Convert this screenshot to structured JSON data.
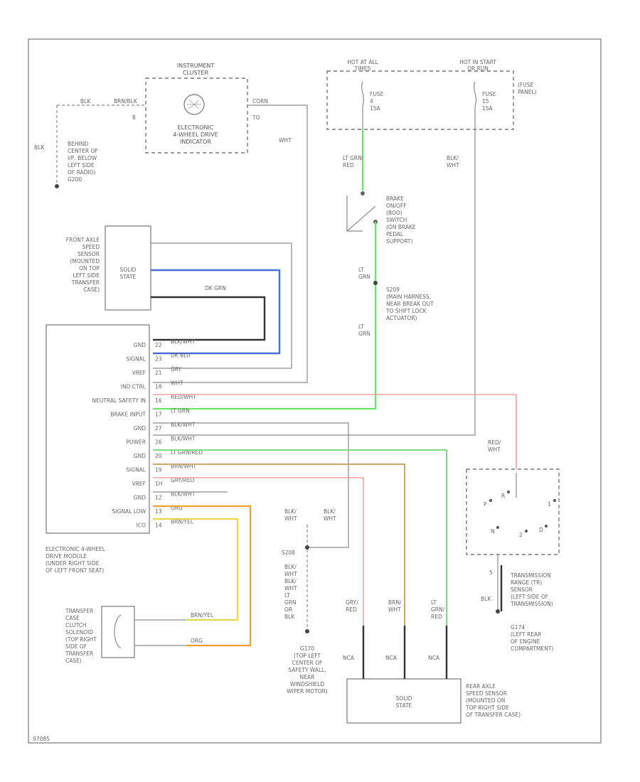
{
  "instrument_cluster": {
    "title_l1": "INSTRUMENT",
    "title_l2": "CLUSTER",
    "inner": [
      "ELECTRONIC",
      "4-WHEEL DRIVE",
      "INDICATOR"
    ],
    "pin_left": "8",
    "pin_right": "TO",
    "wire_left": "BLK",
    "wire_right": "CORN",
    "wire_left2": "BRN/BLK"
  },
  "ground_top": {
    "label": [
      "BEHIND",
      "CENTER OF",
      "I/P, BELOW",
      "LEFT SIDE",
      "OF RADIO)",
      "G200"
    ],
    "wire": "BLK"
  },
  "fuse_panel": {
    "hot_all": [
      "HOT AT ALL",
      "TIMES"
    ],
    "hot_start": [
      "HOT IN START",
      "OR RUN"
    ],
    "label": [
      "(FUSE",
      "PANEL)"
    ],
    "fuse_a": [
      "FUSE",
      "4",
      "15A"
    ],
    "fuse_b": [
      "FUSE",
      "15",
      "15A"
    ]
  },
  "wire_labels": {
    "wht": "WHT",
    "lt_grn_red": [
      "LT GRN/",
      "RED"
    ],
    "blk_wht_top": [
      "BLK/",
      "WHT"
    ],
    "lt_grn_mid": [
      "LT",
      "GRN"
    ],
    "lt_grn_low": [
      "LT",
      "GRN"
    ],
    "dk_grn": "DK GRN"
  },
  "brake_switch": [
    "BRAKE",
    "ON/OFF",
    "(BOO)",
    "SWITCH",
    "(ON BRAKE",
    "PEDAL",
    "SUPPORT)"
  ],
  "s209": [
    "S209",
    "(MAIN HARNESS,",
    "NEAR BREAK OUT",
    "TO SHIFT LOCK",
    "ACTUATOR)"
  ],
  "front_sensor": {
    "label": [
      "FRONT AXLE",
      "SPEED",
      "SENSOR",
      "(MOUNTED",
      "ON TOP",
      "LEFT SIDE",
      "TRANSFER",
      "CASE)"
    ],
    "inner": [
      "SOLID",
      "STATE"
    ]
  },
  "module": {
    "label": [
      "ELECTRONIC 4-WHEEL",
      "DRIVE MODULE",
      "(UNDER RIGHT SIDE",
      "OF LEFT FRONT SEAT)"
    ],
    "pins": [
      {
        "name": "GND",
        "num": "22",
        "wire": "BLK/WHT"
      },
      {
        "name": "SIGNAL",
        "num": "23",
        "wire": "DK BLU"
      },
      {
        "name": "VREF",
        "num": "21",
        "wire": "GRY"
      },
      {
        "name": "IND CTRL",
        "num": "18",
        "wire": "WHT"
      },
      {
        "name": "NEUTRAL SAFETY IN",
        "num": "16",
        "wire": "RED/WHT"
      },
      {
        "name": "BRAKE INPUT",
        "num": "17",
        "wire": "LT GRN"
      },
      {
        "name": "GND",
        "num": "27",
        "wire": "BLK/WHT"
      },
      {
        "name": "POWER",
        "num": "26",
        "wire": "BLK/WHT"
      },
      {
        "name": "GND",
        "num": "20",
        "wire": "LT GRN/RED"
      },
      {
        "name": "SIGNAL",
        "num": "19",
        "wire": "BRN/WHT"
      },
      {
        "name": "VREF",
        "num": "1H",
        "wire": "GRY/RED"
      },
      {
        "name": "GND",
        "num": "12",
        "wire": "BLK/WHT"
      },
      {
        "name": "SIGNAL LOW",
        "num": "13",
        "wire": "ORG"
      },
      {
        "name": "ICO",
        "num": "14",
        "wire": "BRN/YEL"
      }
    ]
  },
  "transfer_case": {
    "label": [
      "TRANSFER",
      "CASE",
      "CLUTCH",
      "SOLENOID",
      "(TOP RIGHT",
      "SIDE OF",
      "TRANSFER",
      "CASE)"
    ],
    "w1": "BRN/YEL",
    "w2": "ORG"
  },
  "s208": {
    "tag": "S208",
    "wires": [
      "BLK/",
      "WHT",
      "BLK/",
      "WHT",
      "LT",
      "GRN",
      "OR",
      "BLK"
    ],
    "left_top": [
      "BLK/",
      "WHT"
    ],
    "right_top": [
      "BLK/",
      "WHT"
    ]
  },
  "g170": [
    "G170",
    "(TOP LEFT",
    "CENTER OF",
    "SAFETY WALL,",
    "NEAR",
    "WINDSHIELD",
    "WIPER MOTOR)"
  ],
  "rear_sensor": {
    "label": [
      "REAR AXLE",
      "SPEED SENSOR",
      "(MOUNTED ON",
      "TOP RIGHT SIDE",
      "OF TRANSFER CASE)"
    ],
    "inner": [
      "SOLID",
      "STATE"
    ],
    "wires": [
      [
        "GRY/",
        "RED"
      ],
      [
        "BRN/",
        "WHT"
      ],
      [
        "LT",
        "GRN/",
        "RED"
      ]
    ],
    "nca": "NCA"
  },
  "tr_sensor": {
    "label": [
      "TRANSMISSION",
      "RANGE (TR)",
      "SENSOR",
      "(LEFT SIDE OF",
      "TRANSMISSION)"
    ],
    "wire_top": [
      "RED/",
      "WHT"
    ],
    "pin": "5",
    "wire_bot": "BLK",
    "letters": [
      "P",
      "R",
      "N",
      "D",
      "2",
      "1"
    ]
  },
  "g174": [
    "G174",
    "(LEFT REAR",
    "OF ENGINE",
    "COMPARTMENT)"
  ],
  "footer": {
    "code": "97085"
  },
  "colors": {
    "blue": "#4a6ee0",
    "green": "#66e866",
    "pink": "#f0a0a0",
    "tan": "#c8aa70",
    "yellow": "#e8d84a",
    "orange": "#f0a030",
    "lt_green": "#80d880"
  }
}
